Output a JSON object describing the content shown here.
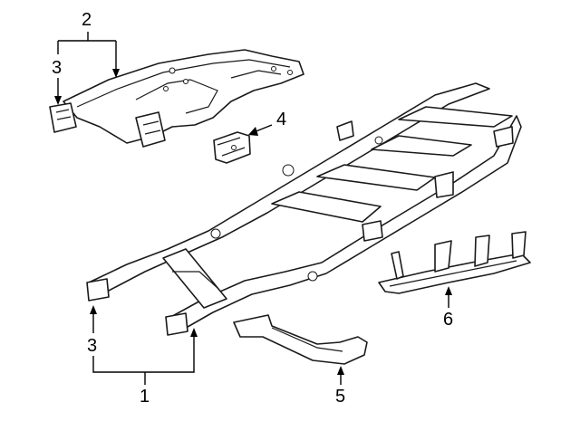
{
  "callouts": {
    "c1": "1",
    "c2": "2",
    "c3_top": "3",
    "c3_bottom": "3",
    "c4": "4",
    "c5": "5",
    "c6": "6"
  }
}
